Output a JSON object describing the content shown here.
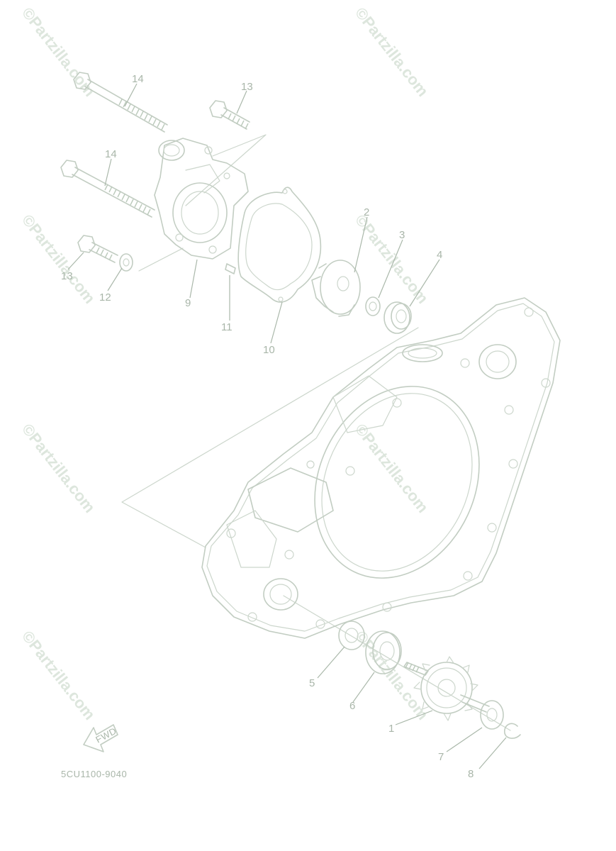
{
  "diagram_code": "5CU1100-9040",
  "fwd_label": "FWD",
  "watermark": "©Partzilla.com",
  "callouts": {
    "c1": "1",
    "c2": "2",
    "c3": "3",
    "c4": "4",
    "c5": "5",
    "c6": "6",
    "c7": "7",
    "c8": "8",
    "c9": "9",
    "c10": "10",
    "c11": "11",
    "c12": "12",
    "c13a": "13",
    "c13b": "13",
    "c14a": "14",
    "c14b": "14"
  },
  "colors": {
    "line": "#c2cdc2",
    "label": "#a9b6a9",
    "watermark": "#dde6dd"
  }
}
